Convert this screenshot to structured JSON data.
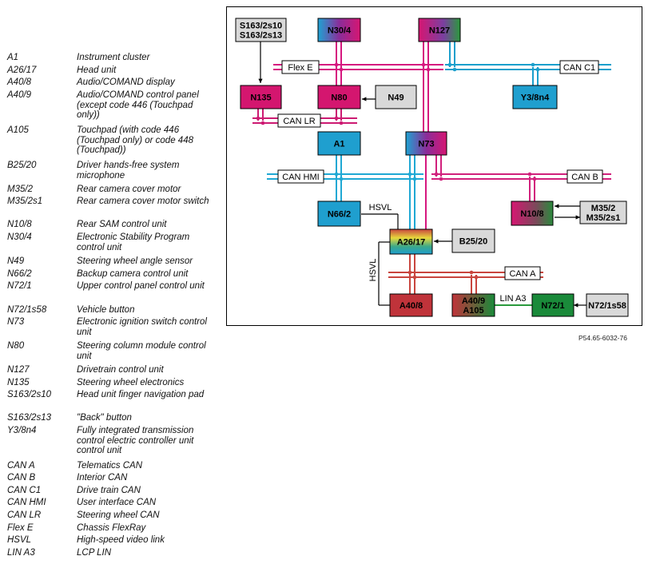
{
  "legend": [
    {
      "code": "A1",
      "desc": "Instrument cluster"
    },
    {
      "code": "A26/17",
      "desc": "Head unit"
    },
    {
      "code": "A40/8",
      "desc": "Audio/COMAND display"
    },
    {
      "code": "A40/9",
      "desc": "Audio/COMAND control panel (except code 446 (Touchpad only))"
    },
    {
      "code": "A105",
      "desc": "Touchpad (with code 446 (Touchpad only) or code 448 (Touchpad))"
    },
    {
      "code": "B25/20",
      "desc": "Driver hands-free system microphone"
    },
    {
      "code": "M35/2",
      "desc": "Rear camera cover motor"
    },
    {
      "code": "M35/2s1",
      "desc": "Rear camera cover motor switch"
    },
    {
      "code": "N10/8",
      "desc": "Rear SAM control unit"
    },
    {
      "code": "N30/4",
      "desc": "Electronic Stability Program control unit"
    },
    {
      "code": "N49",
      "desc": "Steering wheel angle sensor"
    },
    {
      "code": "N66/2",
      "desc": "Backup camera control unit"
    },
    {
      "code": "N72/1",
      "desc": "Upper control panel control unit"
    },
    {
      "code": "N72/1s58",
      "desc": "Vehicle button"
    },
    {
      "code": "N73",
      "desc": "Electronic ignition switch control unit"
    },
    {
      "code": "N80",
      "desc": "Steering column module control unit"
    },
    {
      "code": "N127",
      "desc": "Drivetrain control unit"
    },
    {
      "code": "N135",
      "desc": "Steering wheel electronics"
    },
    {
      "code": "S163/2s10",
      "desc": "Head unit finger navigation pad"
    },
    {
      "code": "S163/2s13",
      "desc": "\"Back\" button"
    },
    {
      "code": "Y3/8n4",
      "desc": "Fully integrated transmission control electric controller unit control unit"
    },
    {
      "code": "CAN A",
      "desc": "Telematics CAN"
    },
    {
      "code": "CAN B",
      "desc": "Interior CAN"
    },
    {
      "code": "CAN C1",
      "desc": "Drive train CAN"
    },
    {
      "code": "CAN HMI",
      "desc": "User interface CAN"
    },
    {
      "code": "CAN LR",
      "desc": "Steering wheel CAN"
    },
    {
      "code": "Flex E",
      "desc": "Chassis FlexRay"
    },
    {
      "code": "HSVL",
      "desc": "High-speed video link"
    },
    {
      "code": "LIN A3",
      "desc": "LCP LIN"
    }
  ],
  "diagram": {
    "modules": {
      "s163": [
        "S163/2s10",
        "S163/2s13"
      ],
      "n30_4": "N30/4",
      "n127": "N127",
      "n135": "N135",
      "n80": "N80",
      "n49": "N49",
      "y3_8n4": "Y3/8n4",
      "a1": "A1",
      "n73": "N73",
      "n66_2": "N66/2",
      "n10_8": "N10/8",
      "m35": [
        "M35/2",
        "M35/2s1"
      ],
      "a26_17": "A26/17",
      "b25_20": "B25/20",
      "a40_8": "A40/8",
      "a40_9": [
        "A40/9",
        "A105"
      ],
      "n72_1": "N72/1",
      "n72_1s58": "N72/1s58"
    },
    "bus_labels": {
      "flex_e": "Flex E",
      "can_c1": "CAN C1",
      "can_lr": "CAN LR",
      "can_hmi": "CAN HMI",
      "can_b": "CAN B",
      "can_a": "CAN A",
      "lin_a3": "LIN A3",
      "hsvl_top": "HSVL",
      "hsvl_side": "HSVL"
    },
    "colors": {
      "flexray": "#d6177f",
      "can_c1": "#1b9fcc",
      "can_lr": "#cc1a72",
      "can_hmi": "#1fa8d4",
      "can_b": "#d1207c",
      "can_a": "#c8453e",
      "lin": "#2a9a3c",
      "hsvl": "#000000",
      "grey_box": "#d9d9d9",
      "magenta_box": "#d4166f",
      "blue_box": "#1f9fcf",
      "red_box": "#c0333a",
      "green_box": "#1a8a3a"
    }
  },
  "reference": "P54.65-6032-76"
}
